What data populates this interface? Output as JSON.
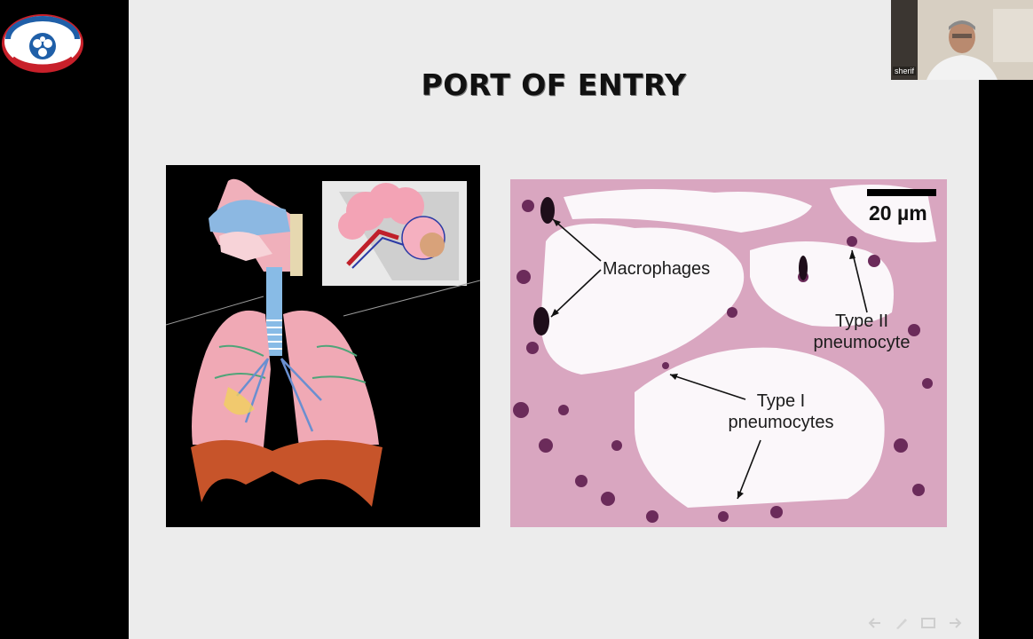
{
  "slide": {
    "title": "PORT OF ENTRY"
  },
  "histology": {
    "scale_bar_label": "20 µm",
    "labels": {
      "macrophages": "Macrophages",
      "type2_line1": "Type II",
      "type2_line2": "pneumocyte",
      "type1_line1": "Type I",
      "type1_line2": "pneumocytes"
    }
  },
  "webcam": {
    "participant_name": "sherif"
  },
  "controls": {
    "icons": [
      "previous-icon",
      "pen-icon",
      "slides-icon",
      "next-icon"
    ]
  },
  "colors": {
    "slide_background": "#ececec",
    "frame_background": "#000000",
    "logo_blue": "#1f5fa8",
    "logo_red": "#c8202a"
  }
}
